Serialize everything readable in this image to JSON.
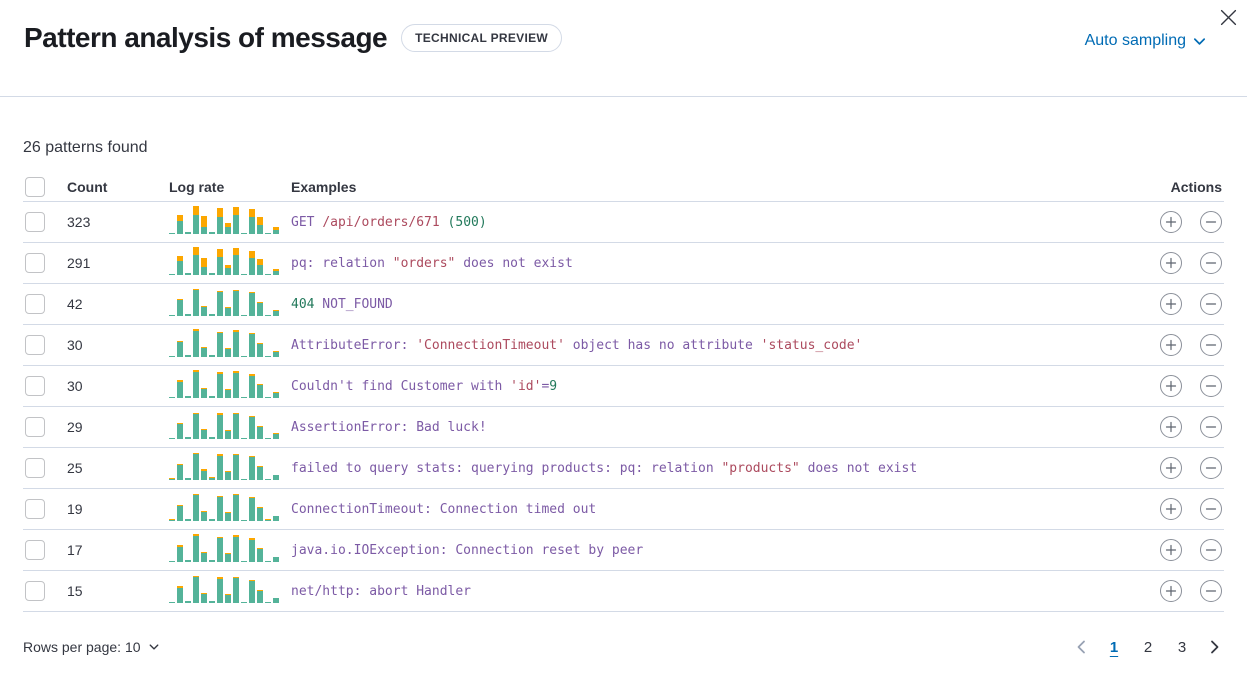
{
  "header": {
    "title": "Pattern analysis of message",
    "badge": "TECHNICAL PREVIEW",
    "sampling_label": "Auto sampling"
  },
  "summary": "26 patterns found",
  "colors": {
    "accent_blue": "#006bb4",
    "bar_green": "#54b399",
    "bar_orange": "#fca700",
    "code_keyword_purple": "#7c5aa5",
    "code_string_maroon": "#ac4a5e",
    "code_number_green": "#22795b",
    "divider": "#d3dae6"
  },
  "table": {
    "columns": {
      "count": "Count",
      "log_rate": "Log rate",
      "examples": "Examples",
      "actions": "Actions"
    },
    "rows": [
      {
        "count": "323",
        "sparkline": [
          [
            1,
            0
          ],
          [
            13,
            6
          ],
          [
            2,
            0
          ],
          [
            19,
            9
          ],
          [
            7,
            11
          ],
          [
            2,
            0
          ],
          [
            17,
            9
          ],
          [
            7,
            4
          ],
          [
            19,
            8
          ],
          [
            1,
            0
          ],
          [
            17,
            8
          ],
          [
            9,
            8
          ],
          [
            1,
            0
          ],
          [
            4,
            3
          ]
        ],
        "example": [
          {
            "t": "GET ",
            "c": "k"
          },
          {
            "t": "/api/orders/671 ",
            "c": "s"
          },
          {
            "t": "(500)",
            "c": "n"
          }
        ]
      },
      {
        "count": "291",
        "sparkline": [
          [
            1,
            0
          ],
          [
            14,
            5
          ],
          [
            2,
            0
          ],
          [
            20,
            8
          ],
          [
            8,
            9
          ],
          [
            2,
            0
          ],
          [
            18,
            8
          ],
          [
            7,
            3
          ],
          [
            20,
            7
          ],
          [
            1,
            0
          ],
          [
            17,
            7
          ],
          [
            10,
            6
          ],
          [
            1,
            0
          ],
          [
            4,
            2
          ]
        ],
        "example": [
          {
            "t": "pq: relation ",
            "c": "k"
          },
          {
            "t": "\"orders\"",
            "c": "s"
          },
          {
            "t": " does not exist",
            "c": "k"
          }
        ]
      },
      {
        "count": "42",
        "sparkline": [
          [
            1,
            0
          ],
          [
            16,
            1
          ],
          [
            2,
            0
          ],
          [
            26,
            1
          ],
          [
            9,
            1
          ],
          [
            2,
            0
          ],
          [
            24,
            1
          ],
          [
            8,
            1
          ],
          [
            25,
            1
          ],
          [
            1,
            0
          ],
          [
            23,
            1
          ],
          [
            13,
            1
          ],
          [
            1,
            0
          ],
          [
            5,
            1
          ]
        ],
        "example": [
          {
            "t": "404",
            "c": "n"
          },
          {
            "t": " NOT_FOUND",
            "c": "k"
          }
        ]
      },
      {
        "count": "30",
        "sparkline": [
          [
            1,
            0
          ],
          [
            15,
            1
          ],
          [
            2,
            0
          ],
          [
            26,
            2
          ],
          [
            9,
            1
          ],
          [
            2,
            0
          ],
          [
            24,
            1
          ],
          [
            8,
            1
          ],
          [
            25,
            2
          ],
          [
            1,
            0
          ],
          [
            23,
            1
          ],
          [
            13,
            1
          ],
          [
            1,
            0
          ],
          [
            5,
            1
          ]
        ],
        "example": [
          {
            "t": "AttributeError: ",
            "c": "k"
          },
          {
            "t": "'ConnectionTimeout'",
            "c": "s"
          },
          {
            "t": " object has no attribute ",
            "c": "k"
          },
          {
            "t": "'status_code'",
            "c": "s"
          }
        ]
      },
      {
        "count": "30",
        "sparkline": [
          [
            1,
            0
          ],
          [
            16,
            2
          ],
          [
            2,
            0
          ],
          [
            26,
            2
          ],
          [
            9,
            1
          ],
          [
            2,
            0
          ],
          [
            24,
            2
          ],
          [
            8,
            1
          ],
          [
            25,
            2
          ],
          [
            1,
            0
          ],
          [
            22,
            2
          ],
          [
            13,
            1
          ],
          [
            1,
            0
          ],
          [
            5,
            1
          ]
        ],
        "example": [
          {
            "t": "Couldn't find Customer with ",
            "c": "k"
          },
          {
            "t": "'id'",
            "c": "s"
          },
          {
            "t": "=",
            "c": "k"
          },
          {
            "t": "9",
            "c": "n"
          }
        ]
      },
      {
        "count": "29",
        "sparkline": [
          [
            1,
            0
          ],
          [
            15,
            1
          ],
          [
            2,
            0
          ],
          [
            25,
            1
          ],
          [
            9,
            1
          ],
          [
            2,
            0
          ],
          [
            24,
            2
          ],
          [
            8,
            1
          ],
          [
            25,
            1
          ],
          [
            1,
            0
          ],
          [
            22,
            1
          ],
          [
            12,
            1
          ],
          [
            1,
            0
          ],
          [
            5,
            1
          ]
        ],
        "example": [
          {
            "t": "AssertionError: Bad luck!",
            "c": "k"
          }
        ]
      },
      {
        "count": "25",
        "sparkline": [
          [
            1,
            1
          ],
          [
            15,
            1
          ],
          [
            2,
            0
          ],
          [
            26,
            1
          ],
          [
            9,
            2
          ],
          [
            2,
            1
          ],
          [
            24,
            2
          ],
          [
            8,
            1
          ],
          [
            25,
            1
          ],
          [
            1,
            0
          ],
          [
            23,
            1
          ],
          [
            13,
            1
          ],
          [
            1,
            0
          ],
          [
            5,
            0
          ]
        ],
        "example": [
          {
            "t": "failed to query stats: querying products: pq: relation ",
            "c": "k"
          },
          {
            "t": "\"products\"",
            "c": "s"
          },
          {
            "t": " does not exist",
            "c": "k"
          }
        ]
      },
      {
        "count": "19",
        "sparkline": [
          [
            1,
            1
          ],
          [
            15,
            1
          ],
          [
            2,
            0
          ],
          [
            26,
            1
          ],
          [
            9,
            1
          ],
          [
            2,
            0
          ],
          [
            24,
            1
          ],
          [
            8,
            1
          ],
          [
            26,
            1
          ],
          [
            1,
            0
          ],
          [
            23,
            1
          ],
          [
            13,
            1
          ],
          [
            1,
            1
          ],
          [
            5,
            0
          ]
        ],
        "example": [
          {
            "t": "ConnectionTimeout: Connection timed out",
            "c": "k"
          }
        ]
      },
      {
        "count": "17",
        "sparkline": [
          [
            1,
            0
          ],
          [
            15,
            2
          ],
          [
            2,
            0
          ],
          [
            26,
            2
          ],
          [
            9,
            1
          ],
          [
            2,
            0
          ],
          [
            24,
            1
          ],
          [
            8,
            1
          ],
          [
            25,
            2
          ],
          [
            1,
            0
          ],
          [
            22,
            2
          ],
          [
            13,
            1
          ],
          [
            1,
            0
          ],
          [
            5,
            0
          ]
        ],
        "example": [
          {
            "t": "java.io.IOException: Connection reset by peer",
            "c": "k"
          }
        ]
      },
      {
        "count": "15",
        "sparkline": [
          [
            1,
            0
          ],
          [
            15,
            2
          ],
          [
            2,
            0
          ],
          [
            26,
            1
          ],
          [
            9,
            1
          ],
          [
            2,
            0
          ],
          [
            24,
            2
          ],
          [
            8,
            1
          ],
          [
            25,
            1
          ],
          [
            1,
            0
          ],
          [
            22,
            1
          ],
          [
            12,
            1
          ],
          [
            1,
            0
          ],
          [
            5,
            0
          ]
        ],
        "example": [
          {
            "t": "net/http: abort Handler",
            "c": "k"
          }
        ]
      }
    ]
  },
  "footer": {
    "rows_per_page_label": "Rows per page: 10",
    "pages": [
      "1",
      "2",
      "3"
    ],
    "active_page": "1"
  }
}
